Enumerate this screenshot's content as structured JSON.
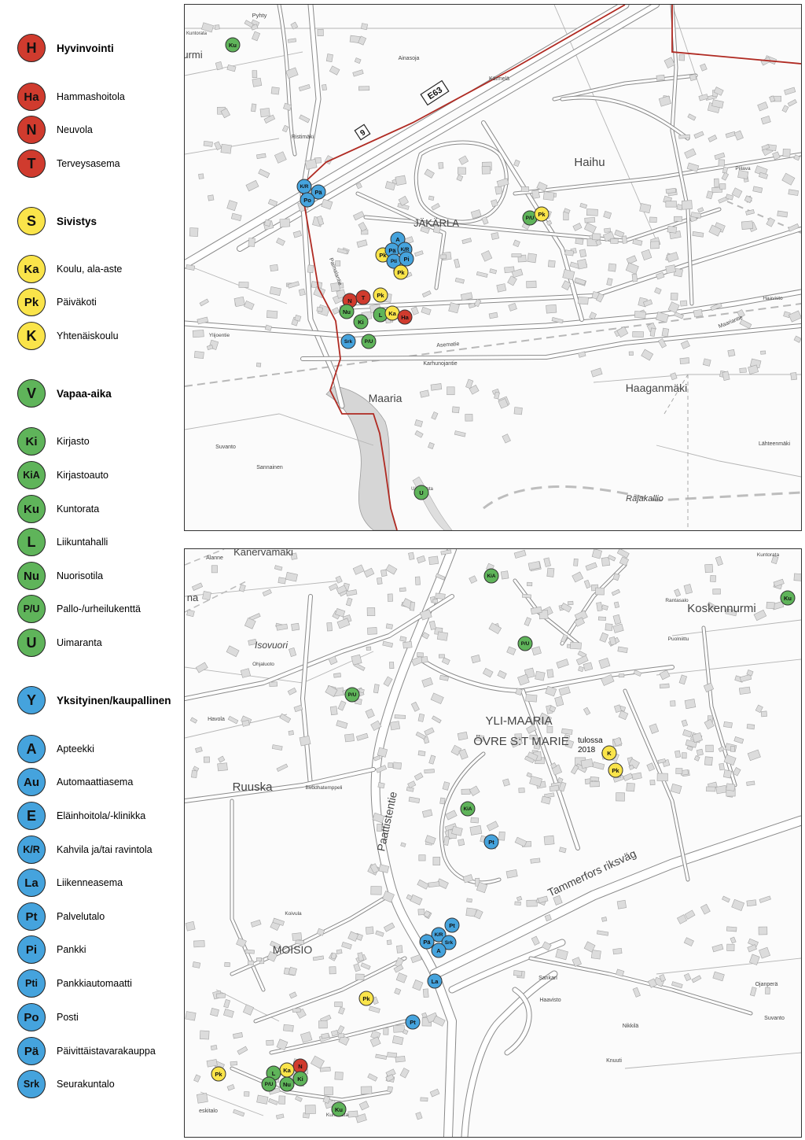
{
  "colors": {
    "red": "#d03b2e",
    "yellow": "#fae44a",
    "green": "#5fb45a",
    "blue": "#45a3dd",
    "border_red": "#b02a22"
  },
  "legend": [
    {
      "code": "H",
      "label": "Hyvinvointi",
      "color": "red",
      "heading": true
    },
    {
      "code": "Ha",
      "label": "Hammashoitola",
      "color": "red"
    },
    {
      "code": "N",
      "label": "Neuvola",
      "color": "red"
    },
    {
      "code": "T",
      "label": "Terveysasema",
      "color": "red"
    },
    {
      "code": "S",
      "label": "Sivistys",
      "color": "yellow",
      "heading": true
    },
    {
      "code": "Ka",
      "label": "Koulu, ala-aste",
      "color": "yellow"
    },
    {
      "code": "Pk",
      "label": "Päiväkoti",
      "color": "yellow"
    },
    {
      "code": "K",
      "label": "Yhtenäiskoulu",
      "color": "yellow"
    },
    {
      "code": "V",
      "label": "Vapaa-aika",
      "color": "green",
      "heading": true
    },
    {
      "code": "Ki",
      "label": "Kirjasto",
      "color": "green"
    },
    {
      "code": "KiA",
      "label": "Kirjastoauto",
      "color": "green"
    },
    {
      "code": "Ku",
      "label": "Kuntorata",
      "color": "green"
    },
    {
      "code": "L",
      "label": "Liikuntahalli",
      "color": "green"
    },
    {
      "code": "Nu",
      "label": "Nuorisotila",
      "color": "green"
    },
    {
      "code": "P/U",
      "label": "Pallo-/urheilukenttä",
      "color": "green"
    },
    {
      "code": "U",
      "label": "Uimaranta",
      "color": "green"
    },
    {
      "code": "Y",
      "label": "Yksityinen/kaupallinen",
      "color": "blue",
      "heading": true
    },
    {
      "code": "A",
      "label": "Apteekki",
      "color": "blue"
    },
    {
      "code": "Au",
      "label": "Automaattiasema",
      "color": "blue"
    },
    {
      "code": "E",
      "label": "Eläinhoitola/-klinikka",
      "color": "blue"
    },
    {
      "code": "K/R",
      "label": "Kahvila ja/tai ravintola",
      "color": "blue"
    },
    {
      "code": "La",
      "label": "Liikenneasema",
      "color": "blue"
    },
    {
      "code": "Pt",
      "label": "Palvelutalo",
      "color": "blue"
    },
    {
      "code": "Pi",
      "label": "Pankki",
      "color": "blue"
    },
    {
      "code": "Pti",
      "label": "Pankkiautomaatti",
      "color": "blue"
    },
    {
      "code": "Po",
      "label": "Posti",
      "color": "blue"
    },
    {
      "code": "Pä",
      "label": "Päivittäistavarakauppa",
      "color": "blue"
    },
    {
      "code": "Srk",
      "label": "Seurakuntalo",
      "color": "blue"
    }
  ],
  "map_top": {
    "places": [
      "Pyhty",
      "Ainasoja",
      "Kärmelä",
      "Ristimäki",
      "Haihu",
      "JÄKÄRLA",
      "Maaria",
      "Haaganmäki",
      "Suvanto",
      "Sannainen",
      "Uimaranta",
      "Rajakallio",
      "Lähteenmäki",
      "Ylijoentie",
      "Asematie",
      "Karhunojantie",
      "Paimalantie",
      "Piilava",
      "Haavisto",
      "Maariantie",
      "urmi",
      "Kuntorata"
    ],
    "road_signs": [
      "E63",
      "9"
    ],
    "markers": [
      {
        "code": "Ku",
        "color": "green"
      },
      {
        "code": "K/R",
        "color": "blue"
      },
      {
        "code": "Pä",
        "color": "blue"
      },
      {
        "code": "Po",
        "color": "blue"
      },
      {
        "code": "P/U",
        "color": "green"
      },
      {
        "code": "Pk",
        "color": "yellow"
      },
      {
        "code": "A",
        "color": "blue"
      },
      {
        "code": "Pk",
        "color": "yellow"
      },
      {
        "code": "Pä",
        "color": "blue"
      },
      {
        "code": "K/R",
        "color": "blue"
      },
      {
        "code": "Pti",
        "color": "blue"
      },
      {
        "code": "Pi",
        "color": "blue"
      },
      {
        "code": "Pk",
        "color": "yellow"
      },
      {
        "code": "Pk",
        "color": "yellow"
      },
      {
        "code": "N",
        "color": "red"
      },
      {
        "code": "T",
        "color": "red"
      },
      {
        "code": "Nu",
        "color": "green"
      },
      {
        "code": "L",
        "color": "green"
      },
      {
        "code": "Ka",
        "color": "yellow"
      },
      {
        "code": "Ha",
        "color": "red"
      },
      {
        "code": "Ki",
        "color": "green"
      },
      {
        "code": "Srk",
        "color": "blue"
      },
      {
        "code": "P/U",
        "color": "green"
      },
      {
        "code": "U",
        "color": "green"
      }
    ]
  },
  "map_bottom": {
    "places": [
      "Kanervamäki",
      "Alanne",
      "na",
      "Isovuori",
      "Ohjaluoto",
      "Havola",
      "Ruuska",
      "Buddhatemppeli",
      "Paattistentie",
      "YLI-MAARIA",
      "ÖVRE S:T MARIE",
      "Tammerfors riksväg",
      "Koskennurmi",
      "Rantasalo",
      "Puolniittu",
      "Kuntorata",
      "Koivula",
      "MOISIO",
      "Sankari",
      "Haavisto",
      "Ojanperä",
      "Suvanto",
      "Nikkilä",
      "Knuuti",
      "eskitalo",
      "Kuntorata"
    ],
    "note": [
      "tulossa",
      "2018"
    ],
    "markers": [
      {
        "code": "KiA",
        "color": "green"
      },
      {
        "code": "Ku",
        "color": "green"
      },
      {
        "code": "P/U",
        "color": "green"
      },
      {
        "code": "P/U",
        "color": "green"
      },
      {
        "code": "K",
        "color": "yellow"
      },
      {
        "code": "Pk",
        "color": "yellow"
      },
      {
        "code": "KiA",
        "color": "green"
      },
      {
        "code": "Pt",
        "color": "blue"
      },
      {
        "code": "Pt",
        "color": "blue"
      },
      {
        "code": "K/R",
        "color": "blue"
      },
      {
        "code": "Pä",
        "color": "blue"
      },
      {
        "code": "Srk",
        "color": "blue"
      },
      {
        "code": "A",
        "color": "blue"
      },
      {
        "code": "La",
        "color": "blue"
      },
      {
        "code": "Pk",
        "color": "yellow"
      },
      {
        "code": "Pt",
        "color": "blue"
      },
      {
        "code": "Pk",
        "color": "yellow"
      },
      {
        "code": "N",
        "color": "red"
      },
      {
        "code": "Ka",
        "color": "yellow"
      },
      {
        "code": "L",
        "color": "green"
      },
      {
        "code": "Ki",
        "color": "green"
      },
      {
        "code": "Nu",
        "color": "green"
      },
      {
        "code": "P/U",
        "color": "green"
      },
      {
        "code": "Ku",
        "color": "green"
      }
    ]
  }
}
